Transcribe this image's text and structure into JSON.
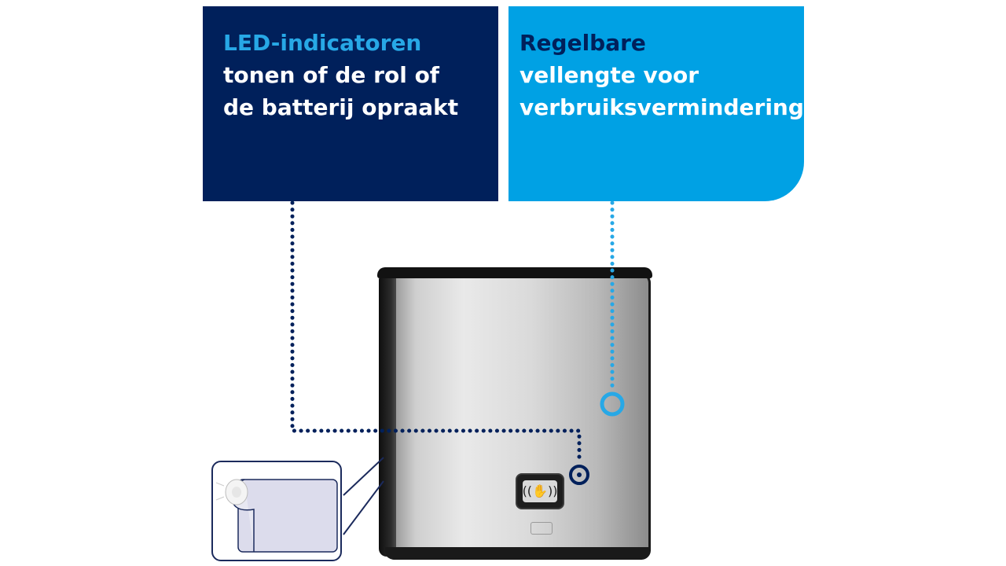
{
  "panels": {
    "left": {
      "highlight": "LED-indicatoren",
      "lines": [
        "tonen of de rol of",
        "de batterij opraakt"
      ],
      "bg_color": "#00205b",
      "highlight_color": "#27a8e6"
    },
    "right": {
      "highlight": "Regelbare",
      "lines": [
        "vellengte voor",
        "verbruiksvermindering"
      ],
      "bg_color": "#00a1e4",
      "highlight_color": "#00205b"
    }
  },
  "dispenser": {
    "sensor_icon": "hand-wave-icon",
    "logo_icon": "brand-logo-icon"
  },
  "inset": {
    "icon": "paper-roll-icon"
  }
}
